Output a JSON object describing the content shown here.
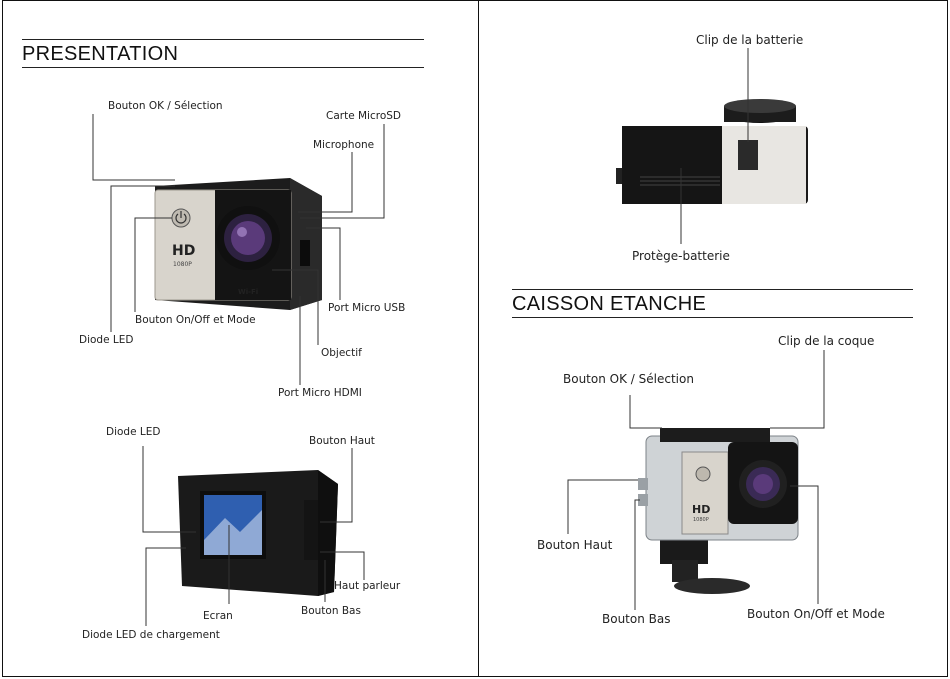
{
  "left_page": {
    "section_title": "PRESENTATION",
    "front_view_labels": {
      "ok_button": "Bouton OK / Sélection",
      "microsd_card": "Carte MicroSD",
      "microphone": "Microphone",
      "power_mode_button": "Bouton On/Off et Mode",
      "micro_usb_port": "Port Micro USB",
      "led_diode": "Diode LED",
      "lens": "Objectif",
      "micro_hdmi_port": "Port Micro HDMI"
    },
    "camera_front_printing": {
      "hd_logo": "HD",
      "hd_sub": "1080P",
      "wifi_mark": "Wi-Fi"
    },
    "back_view_labels": {
      "led_diode": "Diode LED",
      "up_button": "Bouton Haut",
      "speaker": "Haut parleur",
      "screen": "Ecran",
      "down_button": "Bouton Bas",
      "charging_led": "Diode LED de chargement"
    }
  },
  "right_page": {
    "battery_view_labels": {
      "battery_clip": "Clip de la batterie",
      "battery_cover": "Protège-batterie"
    },
    "section_title": "CAISSON ETANCHE",
    "case_view_labels": {
      "case_clip": "Clip de la coque",
      "ok_button": "Bouton OK / Sélection",
      "up_button": "Bouton Haut",
      "down_button": "Bouton Bas",
      "power_mode_button": "Bouton On/Off et Mode"
    },
    "case_front_printing": {
      "hd_logo": "HD",
      "hd_sub": "1080P"
    }
  },
  "colors": {
    "camera_body": "#1c1c1c",
    "camera_face_silver": "#d8d4cc",
    "lens_purple": "#5a3a7a",
    "screen_blue": "#2f5fb0",
    "case_clear": "#cfd3d6"
  }
}
